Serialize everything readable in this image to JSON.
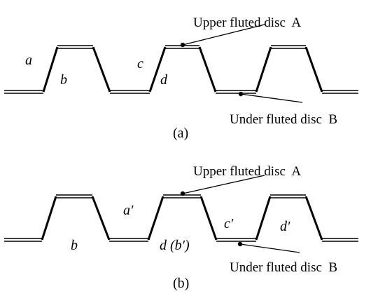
{
  "panel_a": {
    "caption": "(a)",
    "upper_label": "Upper fluted disc  A",
    "under_label": "Under fluted disc  B",
    "regions": {
      "a": "a",
      "b": "b",
      "c": "c",
      "d": "d"
    }
  },
  "panel_b": {
    "caption": "(b)",
    "upper_label": "Upper fluted disc  A",
    "under_label": "Under fluted disc  B",
    "regions": {
      "a_prime": "a′",
      "b": "b",
      "c_prime": "c′",
      "d_b_prime": "d (b′)",
      "d_prime": "d′"
    }
  }
}
